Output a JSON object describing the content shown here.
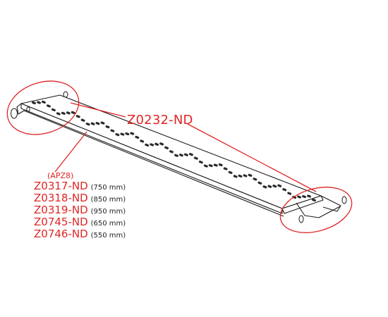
{
  "main_part_code": "Z0232-ND",
  "variant_group_label": "(APZ8)",
  "variants": [
    {
      "code": "Z0317-ND",
      "length": "(750 mm)"
    },
    {
      "code": "Z0318-ND",
      "length": "(850 mm)"
    },
    {
      "code": "Z0319-ND",
      "length": "(950 mm)"
    },
    {
      "code": "Z0745-ND",
      "length": "(650 mm)"
    },
    {
      "code": "Z0746-ND",
      "length": "(550 mm)"
    }
  ],
  "colors": {
    "callout": "#e02525",
    "line": "#1a1a1a",
    "slots": "#2a2a2a",
    "background": "#ffffff"
  }
}
